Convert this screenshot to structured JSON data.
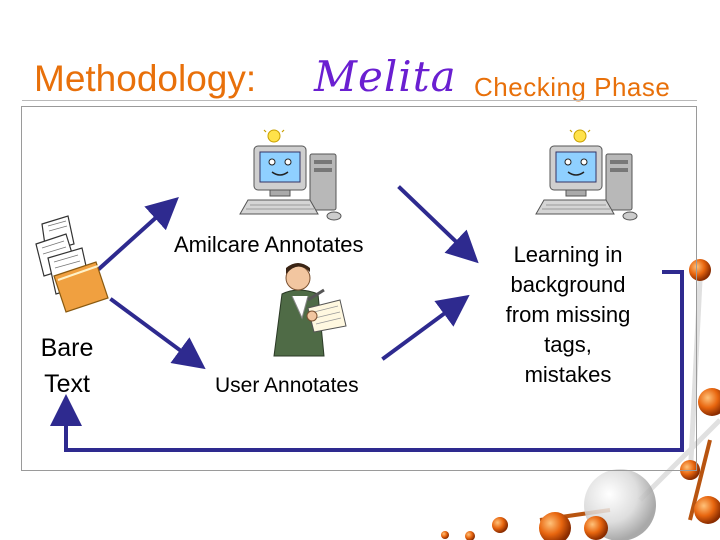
{
  "header": {
    "title": "Methodology:",
    "brand": "Melita",
    "phase": "Checking Phase"
  },
  "diagram": {
    "nodes": {
      "bare_text": [
        "Bare",
        "Text"
      ],
      "amilcare": "Amilcare Annotates",
      "user": "User Annotates",
      "learning": [
        "Learning in",
        "background",
        "from missing",
        "tags,",
        "mistakes"
      ]
    },
    "icons": {
      "documents": "document-stack-icon",
      "computer_left": "happy-computer-icon",
      "computer_right": "happy-computer-icon",
      "person": "person-writing-icon",
      "decoration": "molecule-spheres-icon"
    }
  },
  "colors": {
    "title": "#e8700a",
    "brand": "#6a1fd1",
    "arrow": "#2e2a8f",
    "decoration": "#e86a12"
  }
}
